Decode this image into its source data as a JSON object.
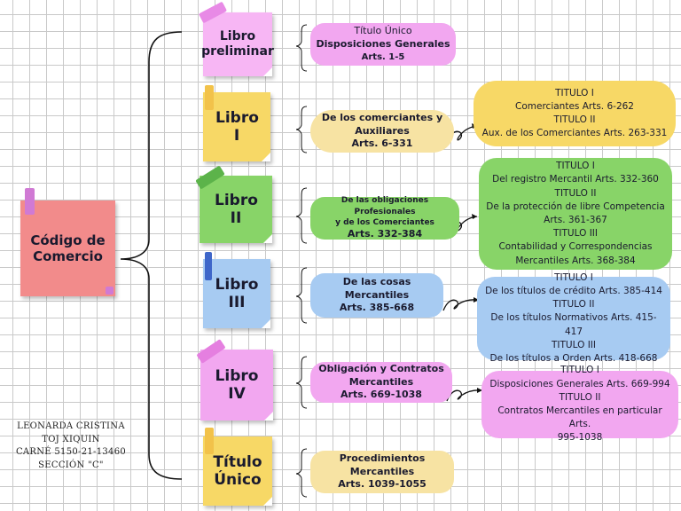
{
  "root": {
    "label": "Código de Comercio",
    "color": "#f28b8b",
    "tape_color": "#d07ad4"
  },
  "books": [
    {
      "label": "Libro preliminar",
      "color": "#f7b6f4",
      "tape_color": "#e88ae6"
    },
    {
      "label": "Libro I",
      "color": "#f7d866",
      "tape_color": "#f2c24a"
    },
    {
      "label": "Libro II",
      "color": "#88d468",
      "tape_color": "#5cb34a"
    },
    {
      "label": "Libro III",
      "color": "#a7cbf2",
      "tape_color": "#3e66c9"
    },
    {
      "label": "Libro IV",
      "color": "#f2a7f0",
      "tape_color": "#e57fe0"
    },
    {
      "label": "Título Único",
      "color": "#f7d866",
      "tape_color": "#f2c24a"
    }
  ],
  "summaries": [
    {
      "lines": [
        "Título Único",
        "Disposiciones Generales",
        "Arts. 1-5"
      ],
      "color": "#f2a7f0"
    },
    {
      "lines": [
        "De los comerciantes y",
        "Auxiliares",
        "Arts. 6-331"
      ],
      "color": "#f7e3a3"
    },
    {
      "lines": [
        "De las obligaciones Profesionales",
        "y de los Comerciantes",
        "Arts. 332-384"
      ],
      "color": "#88d468"
    },
    {
      "lines": [
        "De las cosas",
        "Mercantiles",
        "Arts.  385-668"
      ],
      "color": "#a7cbf2"
    },
    {
      "lines": [
        "Obligación y Contratos",
        "Mercantiles",
        "Arts. 669-1038"
      ],
      "color": "#f2a7f0"
    },
    {
      "lines": [
        "Procedimientos",
        "Mercantiles",
        "Arts. 1039-1055"
      ],
      "color": "#f7e3a3"
    }
  ],
  "details": [
    {
      "lines": [
        "TITULO I",
        "Comerciantes Arts. 6-262",
        "TITULO II",
        "Aux. de los Comerciantes Arts. 263-331"
      ],
      "color": "#f7d866"
    },
    {
      "lines": [
        "TITULO I",
        "Del registro Mercantil Arts. 332-360",
        "TITULO II",
        "De la protección de libre Competencia",
        "Arts. 361-367",
        "TITULO III",
        "Contabilidad y Correspondencias",
        "Mercantiles Arts. 368-384"
      ],
      "color": "#88d468"
    },
    {
      "lines": [
        "TITULO I",
        "De los títulos de crédito Arts. 385-414",
        "TITULO II",
        "De los títulos Normativos  Arts. 415-417",
        "TITULO III",
        "De los títulos a Orden Arts. 418-668"
      ],
      "color": "#a7cbf2"
    },
    {
      "lines": [
        "TITULO I",
        "Disposiciones Generales Arts. 669-994",
        "TITULO II",
        "Contratos Mercantiles en particular Arts.",
        "995-1038"
      ],
      "color": "#f2a7f0"
    }
  ],
  "author": {
    "lines": [
      "LEONARDA CRISTINA",
      "TOJ XIQUIN",
      "CARNÉ 5150-21-13460",
      "SECCIÓN \"C\""
    ]
  }
}
